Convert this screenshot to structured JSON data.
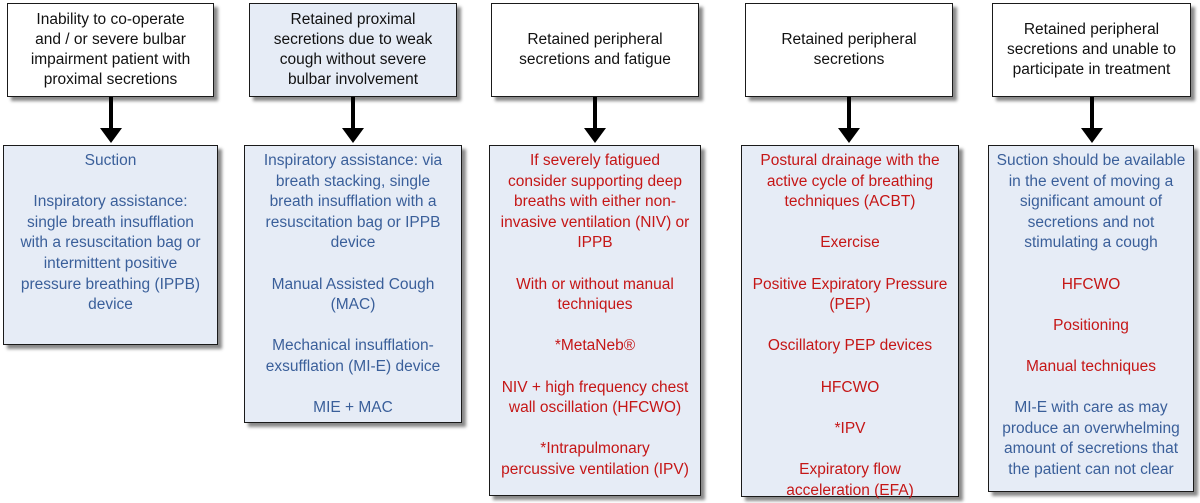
{
  "colors": {
    "blue_text": "#3a5f9a",
    "red_text": "#c51616",
    "box_fill": "#e6ecf6",
    "border": "#1a1a1a"
  },
  "columns": [
    {
      "header": [
        "Inability to co-operate",
        "and / or severe bulbar",
        "impairment patient with",
        "proximal secretions"
      ],
      "header_fill": "white",
      "text_color": "blue",
      "items": [
        [
          "Suction"
        ],
        [
          "Inspiratory assistance:",
          "single breath insufflation",
          "with a resuscitation bag or",
          "intermittent positive",
          "pressure breathing (IPPB)",
          "device"
        ]
      ]
    },
    {
      "header": [
        "Retained proximal",
        "secretions due to weak",
        "cough without severe",
        "bulbar involvement"
      ],
      "header_fill": "blue",
      "text_color": "blue",
      "items": [
        [
          "Inspiratory assistance: via",
          "breath stacking, single",
          "breath insufflation with a",
          "resuscitation bag or IPPB",
          "device"
        ],
        [
          "Manual Assisted Cough",
          "(MAC)"
        ],
        [
          "Mechanical insufflation-",
          "exsufflation (MI-E) device"
        ],
        [
          "MIE + MAC"
        ]
      ]
    },
    {
      "header": [
        "Retained peripheral",
        "secretions and fatigue"
      ],
      "header_fill": "white",
      "text_color": "red",
      "items": [
        [
          "If severely fatigued",
          "consider supporting deep",
          "breaths with either non-",
          "invasive ventilation (NIV) or",
          "IPPB"
        ],
        [
          "With or without manual",
          "techniques"
        ],
        [
          "*MetaNeb®"
        ],
        [
          "NIV + high frequency chest",
          "wall oscillation (HFCWO)"
        ],
        [
          "*Intrapulmonary",
          "percussive ventilation (IPV)"
        ]
      ]
    },
    {
      "header": [
        "Retained peripheral",
        "secretions"
      ],
      "header_fill": "white",
      "text_color": "red",
      "items": [
        [
          "Postural drainage with the",
          "active cycle of breathing",
          "techniques (ACBT)"
        ],
        [
          "Exercise"
        ],
        [
          "Positive Expiratory Pressure",
          "(PEP)"
        ],
        [
          "Oscillatory PEP devices"
        ],
        [
          "HFCWO"
        ],
        [
          "*IPV"
        ],
        [
          "Expiratory flow",
          "acceleration (EFA)"
        ]
      ]
    },
    {
      "header": [
        "Retained peripheral",
        "secretions and unable to",
        "participate in treatment"
      ],
      "header_fill": "white",
      "text_color": "mixed",
      "items": [
        {
          "color": "blue",
          "lines": [
            "Suction should be available",
            "in the event of moving a",
            "significant amount of",
            "secretions and not",
            "stimulating a cough"
          ]
        },
        {
          "color": "red",
          "lines": [
            "HFCWO"
          ]
        },
        {
          "color": "red",
          "lines": [
            "Positioning"
          ]
        },
        {
          "color": "red",
          "lines": [
            "Manual techniques"
          ]
        },
        {
          "color": "blue",
          "lines": [
            "MI-E with care as may",
            "produce an overwhelming",
            "amount of secretions that",
            "the patient can not clear"
          ]
        }
      ]
    }
  ]
}
